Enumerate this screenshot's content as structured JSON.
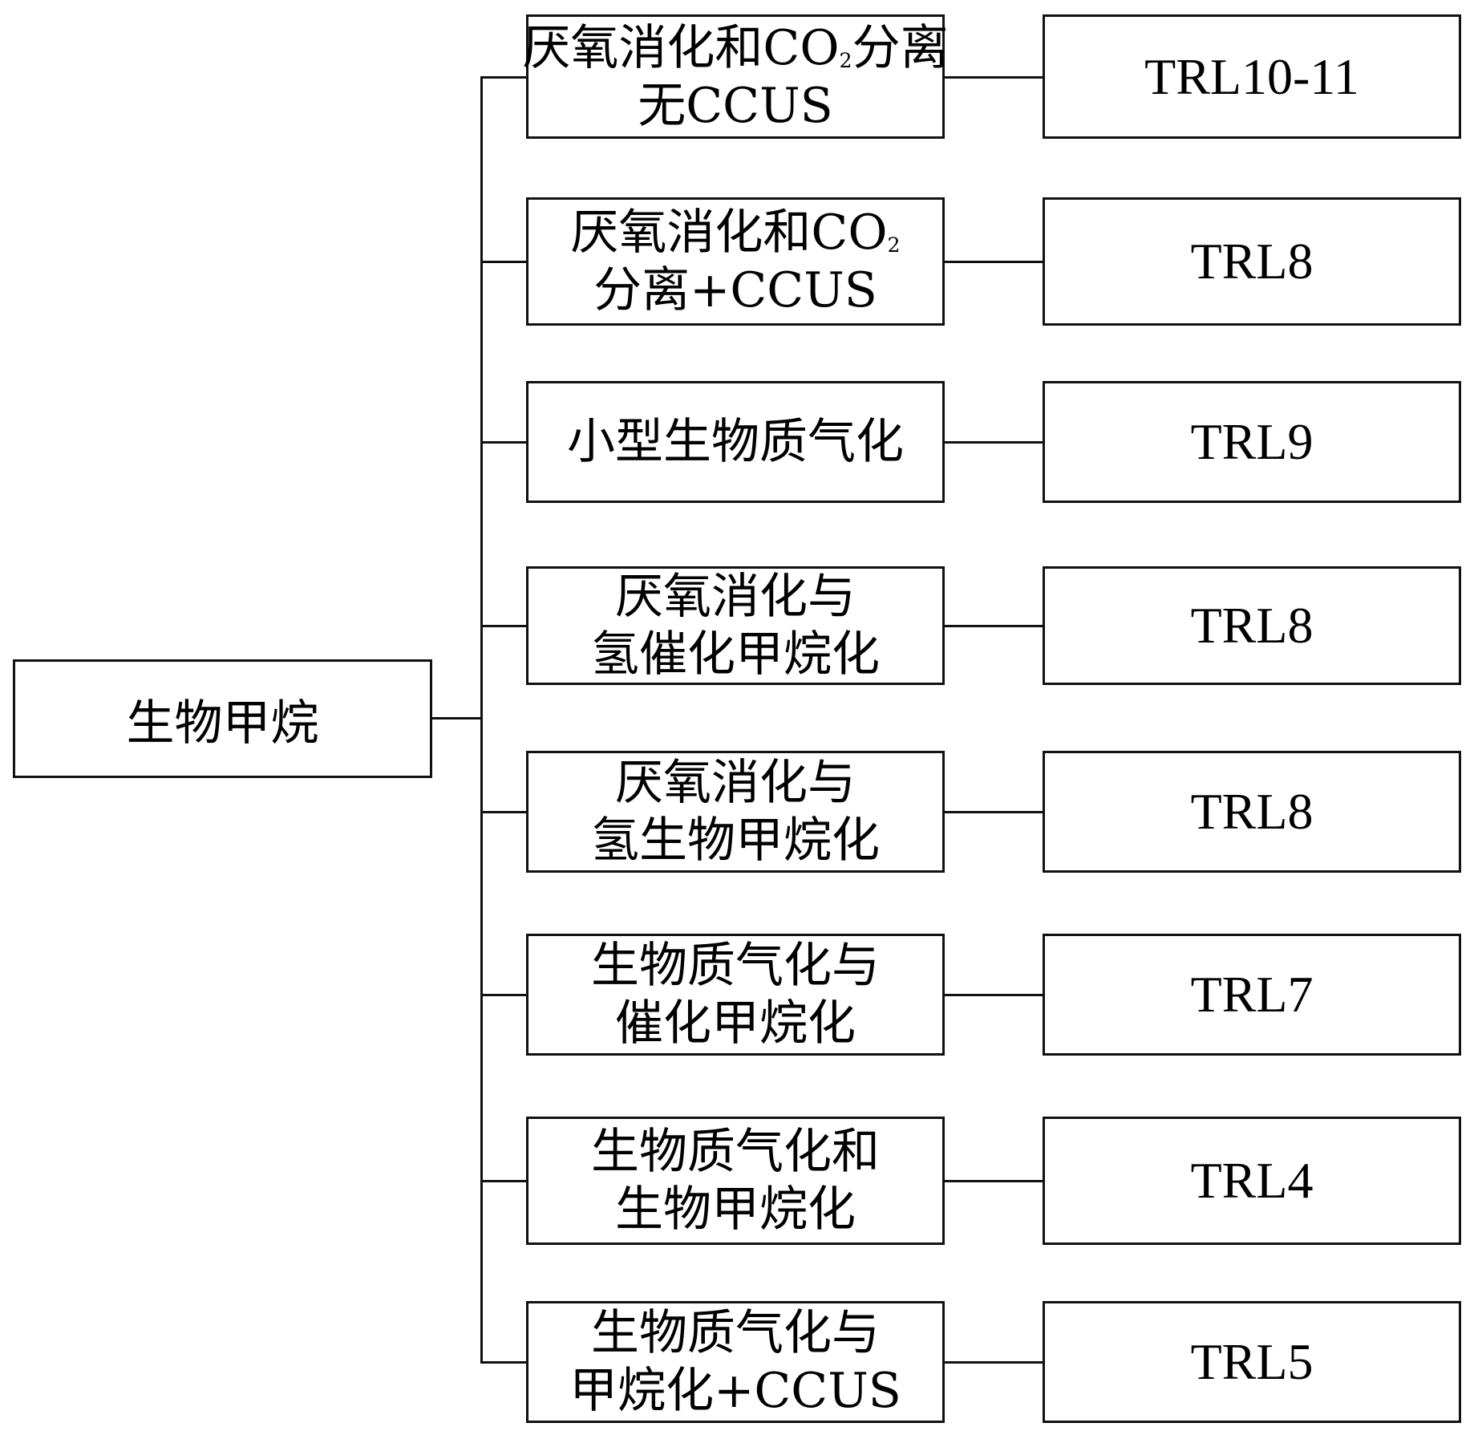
{
  "root": {
    "label": "生物甲烷"
  },
  "branches": [
    {
      "lines": [
        [
          "厌氧消化和CO",
          {
            "sub": "2"
          },
          "分离"
        ],
        [
          "无CCUS"
        ]
      ],
      "trl": "TRL10-11"
    },
    {
      "lines": [
        [
          "厌氧消化和CO",
          {
            "sub": "2"
          }
        ],
        [
          "分离+CCUS"
        ]
      ],
      "trl": "TRL8"
    },
    {
      "lines": [
        [
          "小型生物质气化"
        ]
      ],
      "trl": "TRL9"
    },
    {
      "lines": [
        [
          "厌氧消化与"
        ],
        [
          "氢催化甲烷化"
        ]
      ],
      "trl": "TRL8"
    },
    {
      "lines": [
        [
          "厌氧消化与"
        ],
        [
          "氢生物甲烷化"
        ]
      ],
      "trl": "TRL8"
    },
    {
      "lines": [
        [
          "生物质气化与"
        ],
        [
          "催化甲烷化"
        ]
      ],
      "trl": "TRL7"
    },
    {
      "lines": [
        [
          "生物质气化和"
        ],
        [
          "生物甲烷化"
        ]
      ],
      "trl": "TRL4"
    },
    {
      "lines": [
        [
          "生物质气化与"
        ],
        [
          "甲烷化+CCUS"
        ]
      ],
      "trl": "TRL5"
    }
  ]
}
